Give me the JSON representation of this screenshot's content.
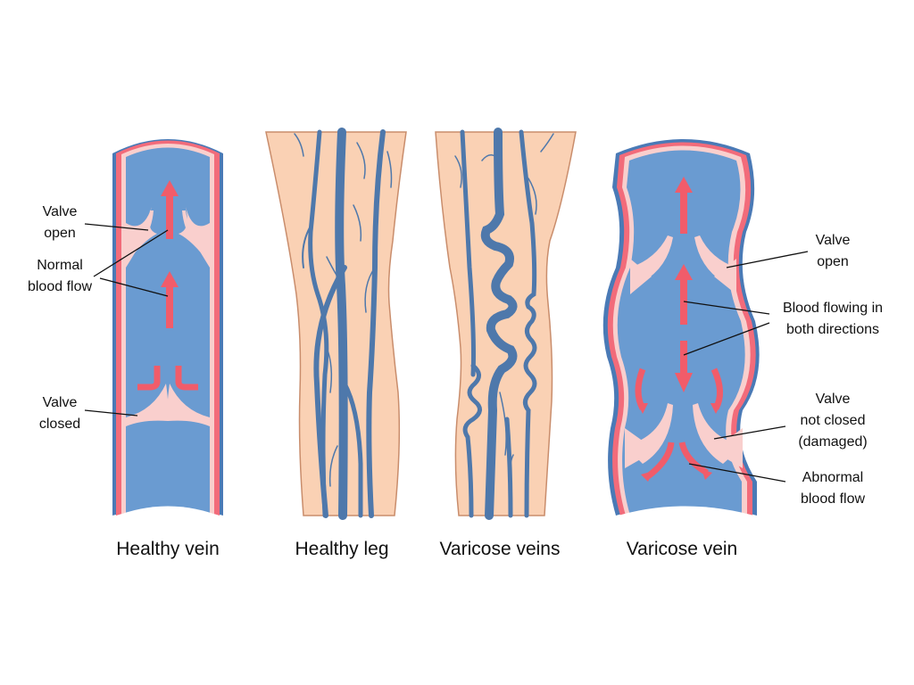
{
  "colors": {
    "vein_blue": "#6a9bd1",
    "vein_outline": "#4a7ab6",
    "wall_red": "#f26b7a",
    "wall_pink": "#f9cfcd",
    "arrow_red": "#f15c6a",
    "skin": "#fad1b4",
    "skin_outline": "#c98d6c",
    "leg_vein": "#4e78ab",
    "label_text": "#111111",
    "leader_line": "#111111"
  },
  "panels": [
    {
      "id": "healthy-vein",
      "caption": "Healthy vein",
      "labels": [
        {
          "lines": [
            "Valve",
            "open"
          ]
        },
        {
          "lines": [
            "Normal",
            "blood flow"
          ]
        },
        {
          "lines": [
            "Valve",
            "closed"
          ]
        }
      ]
    },
    {
      "id": "healthy-leg",
      "caption": "Healthy leg"
    },
    {
      "id": "varicose-veins-leg",
      "caption": "Varicose veins"
    },
    {
      "id": "varicose-vein",
      "caption": "Varicose vein",
      "labels": [
        {
          "lines": [
            "Valve",
            "open"
          ]
        },
        {
          "lines": [
            "Blood flowing in",
            "both directions"
          ]
        },
        {
          "lines": [
            "Valve",
            "not closed",
            "(damaged)"
          ]
        },
        {
          "lines": [
            "Abnormal",
            "blood flow"
          ]
        }
      ]
    }
  ]
}
